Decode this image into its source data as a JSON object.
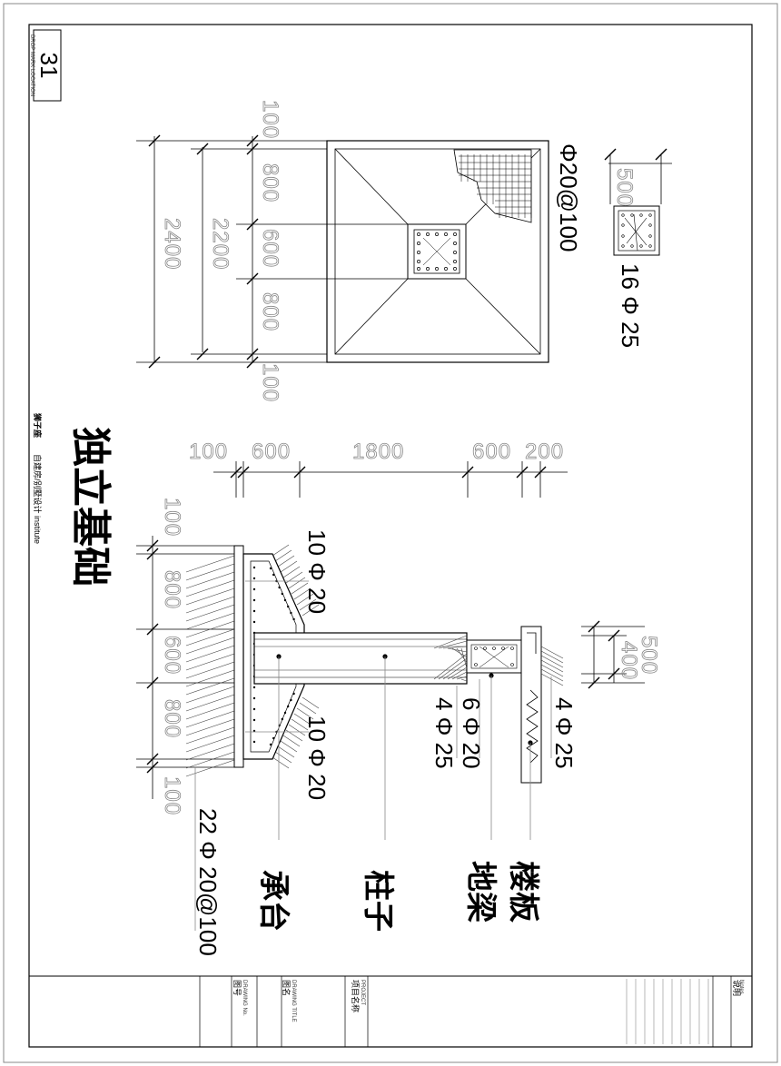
{
  "sheet": {
    "number": "31",
    "location_label": "DROP MARK LOCATION",
    "studio_name": "狮子座",
    "studio_sub": "自建房/别墅设计 institute",
    "drawing_title": "独立基础"
  },
  "plan_view": {
    "dims_outer": [
      "100",
      "800",
      "600",
      "800",
      "100"
    ],
    "dim_mid": "2200",
    "dim_total": "2400",
    "mesh_label": "Φ20@100",
    "column_section_size": "500",
    "column_bars": "16 Φ 25"
  },
  "section_view": {
    "top_dims": [
      "100",
      "600",
      "1800",
      "600",
      "200"
    ],
    "left_dims": [
      "100",
      "800",
      "600",
      "800",
      "100"
    ],
    "beam_dims": [
      "500",
      "400"
    ],
    "rebar_top": "10 Φ 20",
    "rebar_bottom": "10 Φ 20",
    "rebar_base": "22 Φ 20@100",
    "beam_bars_a": "4 Φ 25",
    "beam_bars_b": "6 Φ 20",
    "slab_bars": "4 Φ 25",
    "labels": {
      "pile_cap": "承台",
      "column": "柱子",
      "ground_beam": "地梁",
      "slab": "楼板"
    }
  },
  "title_block": {
    "project_label": "PROJECT",
    "project_cn": "项目名称",
    "drawing_title_label": "DRAWING  TITLE",
    "drawing_title_cn": "图名",
    "drawing_no_label": "DRAWING No.",
    "drawing_no_cn": "图号",
    "notes_label": "Notes",
    "notes_cn": "说明"
  }
}
